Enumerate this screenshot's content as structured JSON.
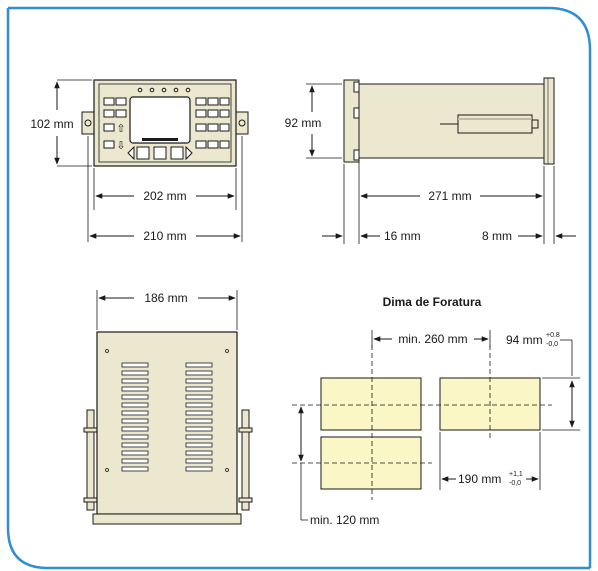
{
  "colors": {
    "frame_border": "#2f8fd0",
    "device_body": "#ece8cf",
    "device_outline": "#1a1a1a",
    "cutout_fill": "#fbf6c6",
    "dimension_line": "#1a1a1a"
  },
  "front_view": {
    "height_label": "102 mm",
    "inner_width_label": "202 mm",
    "outer_width_label": "210 mm"
  },
  "side_view": {
    "height_label": "92 mm",
    "depth_label": "271 mm",
    "front_offset_label": "16 mm",
    "rear_offset_label": "8 mm"
  },
  "top_view": {
    "width_label": "186 mm"
  },
  "cutout_template": {
    "title": "Dima de Foratura",
    "horizontal_pitch_label": "min. 260 mm",
    "height_label": "94 mm",
    "height_tol_plus": "+0.8",
    "height_tol_minus": "-0,0",
    "width_label": "190 mm",
    "width_tol_plus": "+1,1",
    "width_tol_minus": "-0,0",
    "vertical_pitch_label": "min. 120 mm"
  }
}
